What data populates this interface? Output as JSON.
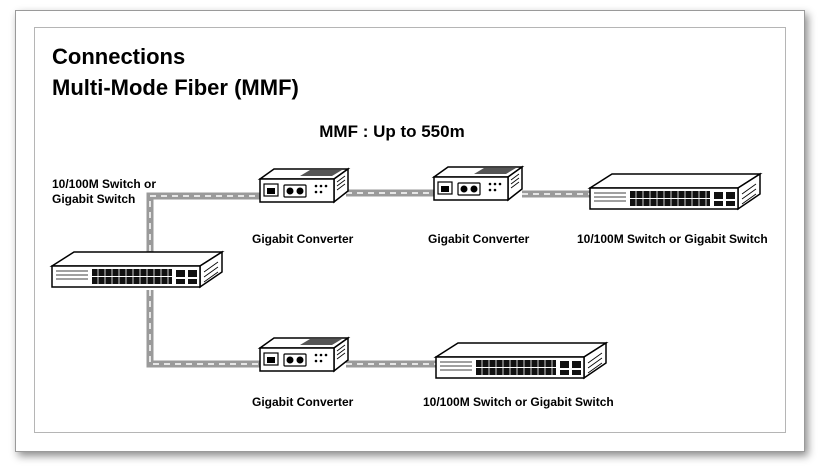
{
  "title_line1": "Connections",
  "title_line2": "Multi-Mode Fiber (MMF)",
  "subtitle": "MMF : Up to 550m",
  "nodes": {
    "main_switch_line1": "10/100M Switch or",
    "main_switch_line2": "Gigabit Switch",
    "top_converter_1": "Gigabit Converter",
    "top_converter_2": "Gigabit Converter",
    "top_switch": "10/100M Switch or Gigabit Switch",
    "bottom_converter": "Gigabit Converter",
    "bottom_switch": "10/100M Switch or Gigabit Switch"
  },
  "colors": {
    "cable": "#9a9a9a",
    "cable_dash": "#ffffff",
    "device_outline": "#000000",
    "frame_border": "#b5b5b5"
  }
}
